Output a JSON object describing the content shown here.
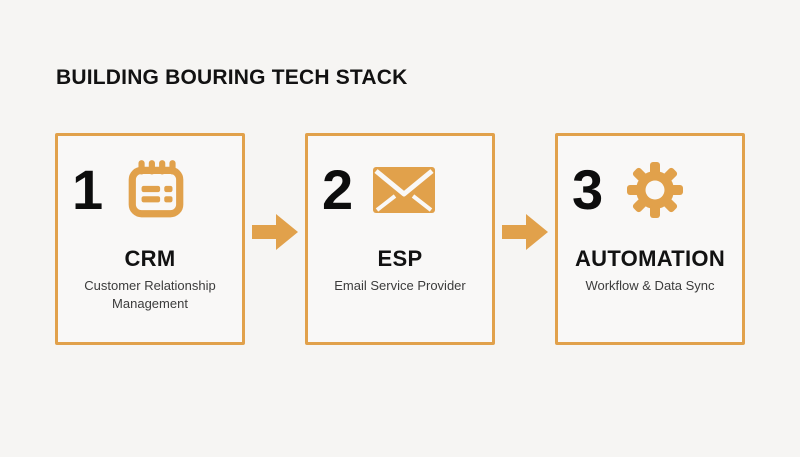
{
  "colors": {
    "accent": "#E1A14B",
    "page_background": "#F6F5F3",
    "card_background": "#F9F8F7",
    "title_text": "#121212",
    "subtitle_text": "#3C3C3C"
  },
  "header": {
    "title": "BUILDING BOURING TECH STACK"
  },
  "steps": [
    {
      "number": "1",
      "icon": "notepad-icon",
      "title": "CRM",
      "subtitle": "Customer Relationship Management"
    },
    {
      "number": "2",
      "icon": "envelope-icon",
      "title": "ESP",
      "subtitle": "Email Service Provider"
    },
    {
      "number": "3",
      "icon": "gear-icon",
      "title": "AUTOMATION",
      "subtitle": "Workflow & Data Sync"
    }
  ],
  "connectors": [
    {
      "icon": "arrow-right-icon"
    },
    {
      "icon": "arrow-right-icon"
    }
  ]
}
